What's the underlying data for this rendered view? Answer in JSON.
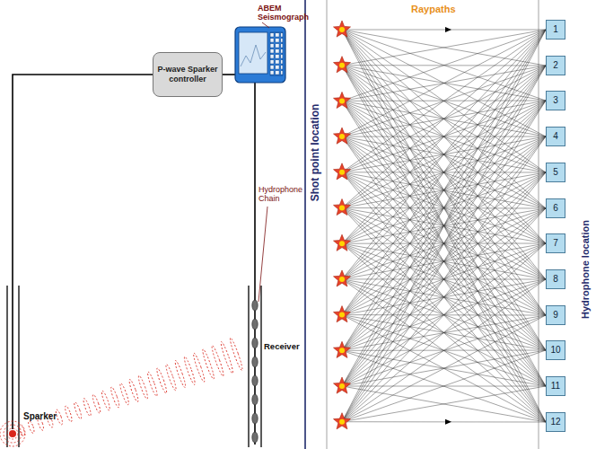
{
  "diagram": {
    "nodes": [
      {
        "text": [
          "P-wave Sparker controller"
        ]
      },
      {
        "text": [
          "1"
        ]
      },
      {
        "text": [
          "2"
        ]
      },
      {
        "text": [
          "3"
        ]
      },
      {
        "text": [
          "4"
        ]
      },
      {
        "text": [
          "5"
        ]
      },
      {
        "text": [
          "6"
        ]
      },
      {
        "text": [
          "7"
        ]
      },
      {
        "text": [
          "8"
        ]
      },
      {
        "text": [
          "9"
        ]
      },
      {
        "text": [
          "10"
        ]
      },
      {
        "text": [
          "11"
        ]
      },
      {
        "text": [
          "12"
        ]
      }
    ],
    "labels": [
      "ABEM Seismograph",
      "Hydrophone Chain",
      "Receiver",
      "Sparker",
      "Raypaths",
      "Shot point location",
      "Hydrophone location"
    ]
  }
}
